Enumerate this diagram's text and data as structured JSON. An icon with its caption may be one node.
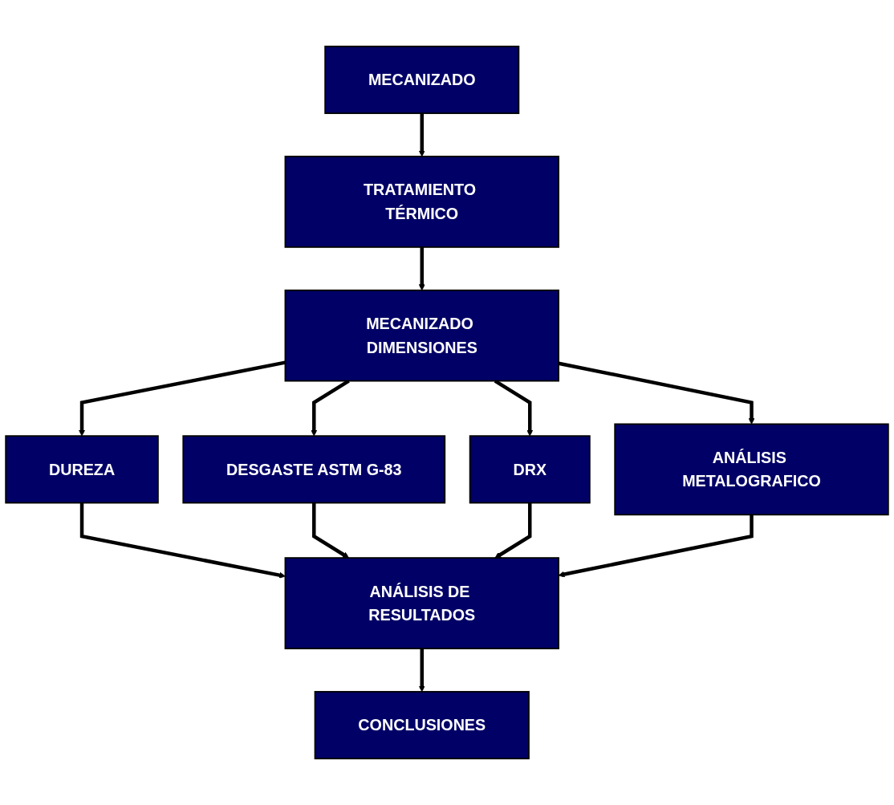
{
  "diagram": {
    "nodes": [
      {
        "text": [
          "MECANIZADO"
        ]
      },
      {
        "text": [
          "TRATAMIENTO TÉRMICO"
        ]
      },
      {
        "text": [
          "MECANIZADO DIMENSIONES"
        ]
      },
      {
        "text": [
          "DUREZA"
        ]
      },
      {
        "text": [
          "DESGASTE ASTM G-83"
        ]
      },
      {
        "text": [
          "DRX"
        ]
      },
      {
        "text": [
          "ANÁLISIS METALOGRAFICO"
        ]
      },
      {
        "text": [
          "ANÁLISIS DE RESULTADOS"
        ]
      },
      {
        "text": [
          "CONCLUSIONES"
        ]
      }
    ],
    "edges": [
      {
        "from": 0,
        "to": 1,
        "arrow": "to"
      },
      {
        "from": 1,
        "to": 2,
        "arrow": "to"
      },
      {
        "from": 2,
        "to": 3,
        "arrow": "to"
      },
      {
        "from": 2,
        "to": 4,
        "arrow": "to"
      },
      {
        "from": 2,
        "to": 5,
        "arrow": "to"
      },
      {
        "from": 2,
        "to": 6,
        "arrow": "to"
      },
      {
        "from": 3,
        "to": 7,
        "arrow": "to"
      },
      {
        "from": 4,
        "to": 7,
        "arrow": "to"
      },
      {
        "from": 5,
        "to": 7,
        "arrow": "to"
      },
      {
        "from": 6,
        "to": 7,
        "arrow": "to"
      },
      {
        "from": 7,
        "to": 8,
        "arrow": "to"
      }
    ]
  }
}
